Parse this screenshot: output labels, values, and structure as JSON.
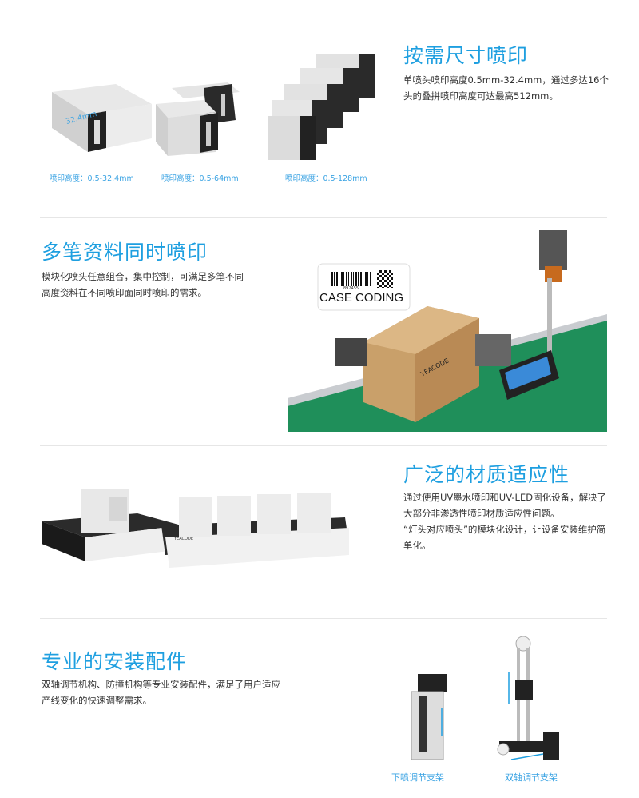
{
  "sections": [
    {
      "title": "按需尺寸喷印",
      "body": "单喷头喷印高度0.5mm-32.4mm，通过多达16个头的叠拼喷印高度可达最高512mm。",
      "captions": [
        "喷印高度：0.5-32.4mm",
        "喷印高度：0.5-64mm",
        "喷印高度：0.5-128mm"
      ],
      "dimension_label": "32.4mm"
    },
    {
      "title": "多笔资料同时喷印",
      "body": "模块化喷头任意组合，集中控制，可满足多笔不同高度资料在不同喷印面同时喷印的需求。",
      "label_text": "CASE CODING",
      "barcode_number": "892455",
      "brand": "YEACODE"
    },
    {
      "title": "广泛的材质适应性",
      "body_lines": [
        "通过使用UV墨水喷印和UV-LED固化设备，解决了大部分非渗透性喷印材质适应性问题。",
        "“灯头对应喷头”的模块化设计，让设备安装维护简单化。"
      ],
      "brand": "YEACODE"
    },
    {
      "title": "专业的安装配件",
      "body": "双轴调节机构、防撞机构等专业安装配件，满足了用户适应产线变化的快速调整需求。",
      "captions": [
        "下喷调节支架",
        "双轴调节支架"
      ]
    }
  ],
  "colors": {
    "accent": "#1e9fe0",
    "conveyor": "#1f8f5a"
  }
}
